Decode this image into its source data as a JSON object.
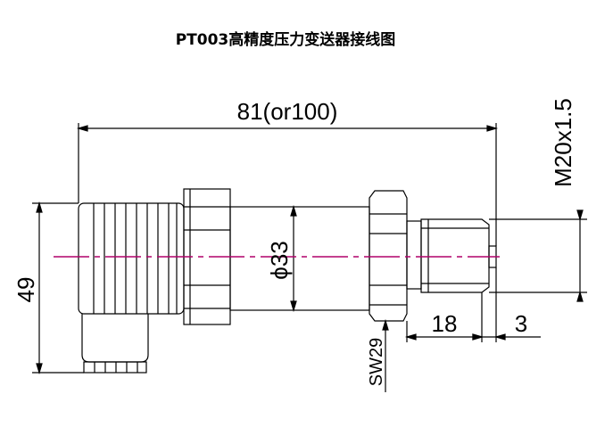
{
  "title": "PT003高精度压力变送器接线图",
  "dimensions": {
    "overall_length": "81(or100)",
    "height": "49",
    "diameter": "ϕ33",
    "thread": "M20x1.5",
    "thread_length": "18",
    "tip_length": "3",
    "wrench": "SW29"
  },
  "colors": {
    "line": "#000000",
    "centerline": "#b0006a"
  }
}
